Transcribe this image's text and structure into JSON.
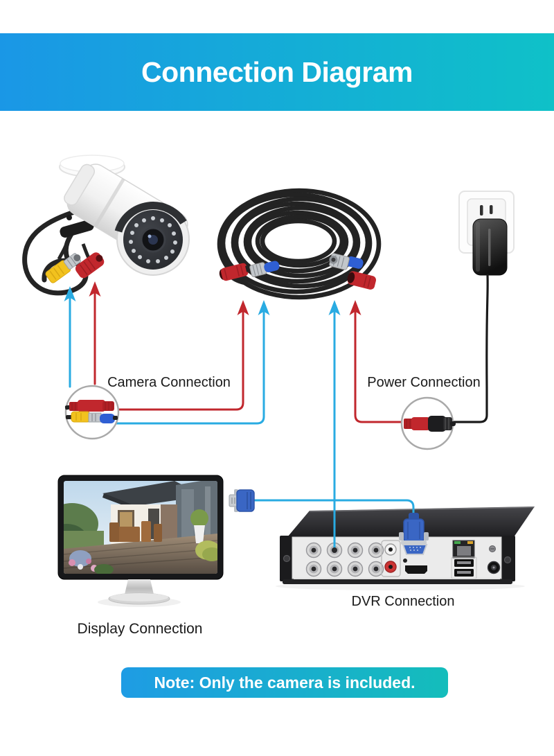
{
  "header": {
    "title": "Connection Diagram"
  },
  "connections": {
    "camera": "Camera Connection",
    "power": "Power Connection",
    "display": "Display Connection",
    "dvr": "DVR Connection"
  },
  "note": {
    "text": "Note: Only the camera is included."
  },
  "colors": {
    "header-grad-start": "#1a97e6",
    "header-grad-end": "#0fc1c8",
    "note-grad-start": "#1e9ce4",
    "note-grad-end": "#14bdbb",
    "arrow-cyan": "#29abe2",
    "arrow-red": "#c1272d",
    "cable-black": "#1a1a1a",
    "circle-border": "#a9a9a9",
    "label-text": "#1a1a1a"
  }
}
